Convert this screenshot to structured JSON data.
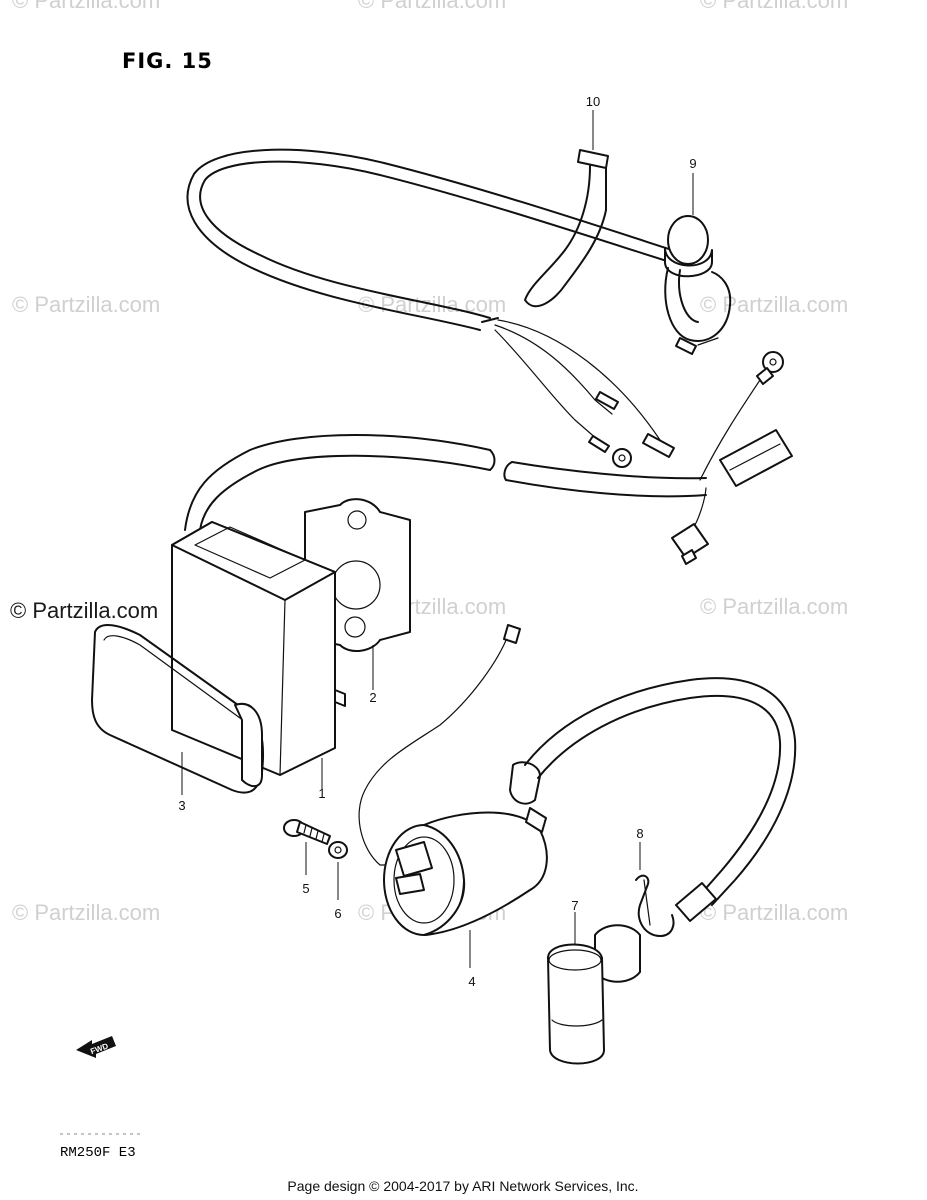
{
  "figure": {
    "title": "FIG. 15"
  },
  "watermarks": [
    "© Partzilla.com",
    "© Partzilla.com",
    "© Partzilla.com",
    "© Partzilla.com",
    "© Partzilla.com",
    "© Partzilla.com",
    "© Partzilla.com",
    "© Partzilla.com",
    "© Partzilla.com",
    "© Partzilla.com",
    "© Partzilla.com",
    "© Partzilla.com"
  ],
  "callouts": [
    "1",
    "2",
    "3",
    "4",
    "5",
    "6",
    "7",
    "8",
    "9",
    "10"
  ],
  "fwd_label": "FWD",
  "model_code": "RM250F  E3",
  "footer": "Page design © 2004-2017 by ARI Network Services, Inc."
}
